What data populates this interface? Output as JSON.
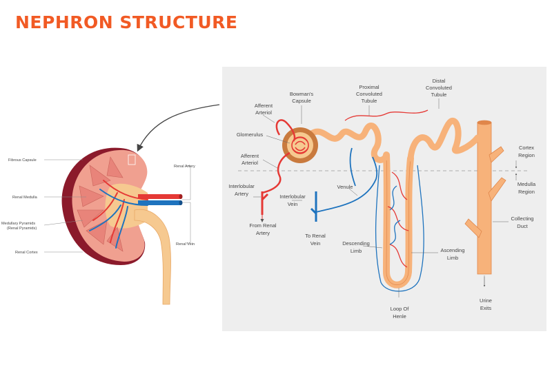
{
  "title": "NEPHRON STRUCTURE",
  "kidney_labels": {
    "fibrous_capsule": "Fibrous Capsule",
    "renal_medulla": "Renal Medulla",
    "medullary_pyramids_1": "Medullary Pyramids",
    "medullary_pyramids_2": "(Renal Pyramids)",
    "renal_cortex": "Renal Cortex",
    "renal_artery": "Renal Artery",
    "renal_vein": "Renal Vein"
  },
  "nephron_labels": {
    "bowmans_capsule_1": "Bowman's",
    "bowmans_capsule_2": "Capsule",
    "proximal_1": "Proximal",
    "proximal_2": "Convoluted",
    "proximal_3": "Tubule",
    "distal_1": "Distal",
    "distal_2": "Convoluted",
    "distal_3": "Tubule",
    "afferent_top_1": "Afferent",
    "afferent_top_2": "Arteriol",
    "glomerulus": "Glomerulus",
    "afferent_bottom_1": "Afferent",
    "afferent_bottom_2": "Arteriol",
    "cortex_region_1": "Cortex",
    "cortex_region_2": "Region",
    "medulla_region_1": "Medulla",
    "medulla_region_2": "Region",
    "interlobular_artery_1": "Interlobular",
    "interlobular_artery_2": "Artery",
    "interlobular_vein_1": "Interlobular",
    "interlobular_vein_2": "Vein",
    "venule": "Venule",
    "from_renal_artery_1": "From Renal",
    "from_renal_artery_2": "Artery",
    "to_renal_vein_1": "To Renal",
    "to_renal_vein_2": "Vein",
    "descending_limb_1": "Descending",
    "descending_limb_2": "Limb",
    "ascending_limb_1": "Ascending",
    "ascending_limb_2": "Limb",
    "collecting_duct_1": "Collecting",
    "collecting_duct_2": "Duct",
    "loop_of_henle_1": "Loop Of",
    "loop_of_henle_2": "Henle",
    "urine_exits_1": "Urine",
    "urine_exits_2": "Exits"
  },
  "colors": {
    "title": "#f15a24",
    "artery": "#e53935",
    "vein": "#1e73be",
    "tubule": "#f7b27a",
    "capsule": "#c97a3e",
    "kidney_cortex": "#f0a090",
    "kidney_dark": "#8b1a2b",
    "panel_bg": "#eeeeee"
  }
}
